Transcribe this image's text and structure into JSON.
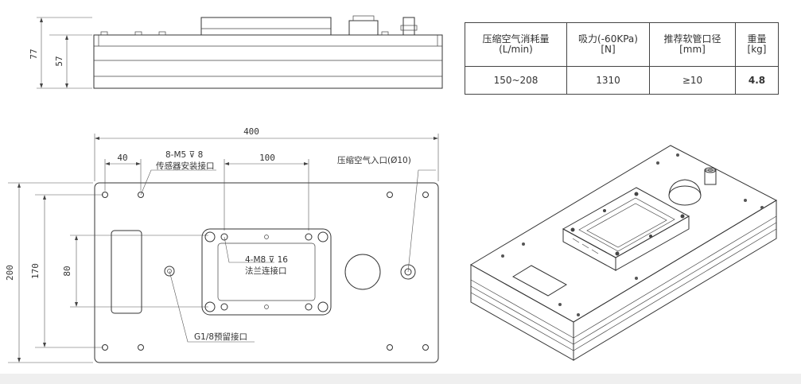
{
  "spec_table": {
    "headers": [
      {
        "line1": "压缩空气消耗量",
        "line2": "(L/min)"
      },
      {
        "line1": "吸力(-60KPa)",
        "line2": "[N]"
      },
      {
        "line1": "推荐软管口径",
        "line2": "[mm]"
      },
      {
        "line1": "重量",
        "line2": "[kg]"
      }
    ],
    "values": [
      "150~208",
      "1310",
      "≥10",
      "4.8"
    ]
  },
  "side_view": {
    "dim_height_total": "77",
    "dim_height_body": "57"
  },
  "top_view": {
    "dim_width": "400",
    "dim_height": "200",
    "dim_hole_spacing": "170",
    "dim_window_height": "80",
    "dim_edge_offset": "40",
    "dim_window_width": "100",
    "label_sensor_holes": "8-M5",
    "label_sensor_depth": "8",
    "label_sensor_note": "传感器安装接口",
    "label_air_inlet": "压缩空气入口(",
    "label_air_inlet_dia": "10)",
    "label_flange_holes": "4-M8",
    "label_flange_depth": "16",
    "label_flange_note": "法兰连接口",
    "label_reserved": "G1/8预留接口"
  }
}
